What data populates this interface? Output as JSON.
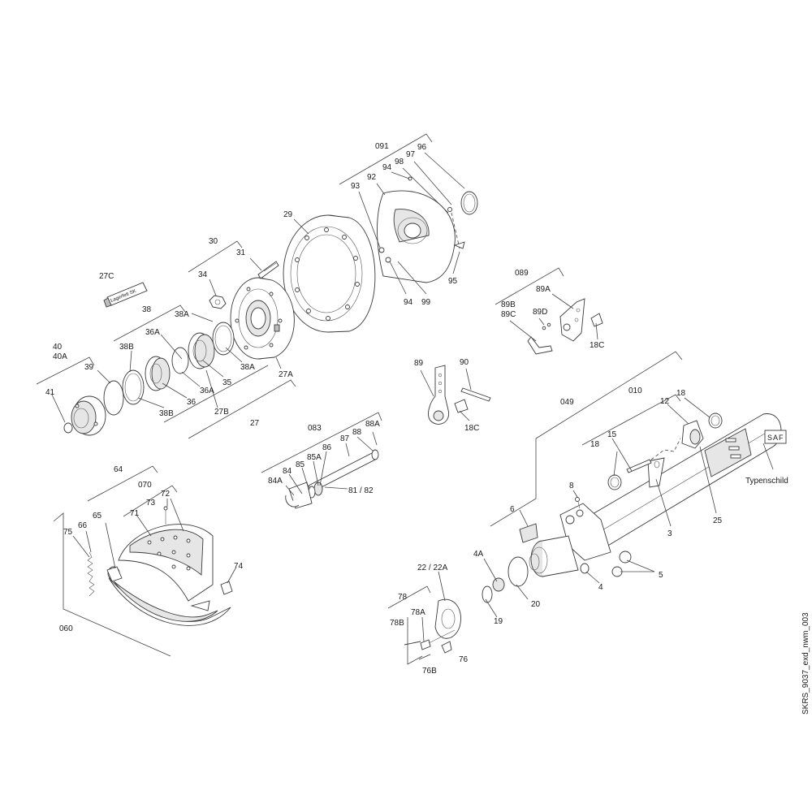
{
  "drawing_id": "SKRS_9037_exd_nwm_003",
  "groups": {
    "g091": "091",
    "g030": "30",
    "g089": "089",
    "g038": "38",
    "g040": "40",
    "g040a": "40A",
    "g083": "083",
    "g049": "049",
    "g010": "010",
    "g064": "64",
    "g070": "070",
    "g060": "060",
    "g078": "78",
    "g027": "27"
  },
  "labels": {
    "l96": "96",
    "l97": "97",
    "l98": "98",
    "l94a": "94",
    "l92": "92",
    "l93": "93",
    "l95": "95",
    "l94b": "94",
    "l99": "99",
    "l29": "29",
    "l31": "31",
    "l34": "34",
    "l27c": "27C",
    "lagerfett": "Lagerfett SK",
    "l38a1": "38A",
    "l36a1": "36A",
    "l38b": "38B",
    "l39": "39",
    "l36": "36",
    "l36a2": "36A",
    "l35": "35",
    "l38a2": "38A",
    "l27a": "27A",
    "l27b": "27B",
    "l38b2": "38B",
    "l41": "41",
    "l89a": "89A",
    "l89b": "89B",
    "l89c": "89C",
    "l89d": "89D",
    "l18c1": "18C",
    "l89": "89",
    "l90": "90",
    "l18c2": "18C",
    "l88": "88",
    "l88a": "88A",
    "l87": "87",
    "l86": "86",
    "l85a": "85A",
    "l85": "85",
    "l84": "84",
    "l84a": "84A",
    "l8182": "81 / 82",
    "l12": "12",
    "l18a": "18",
    "l15": "15",
    "l18b": "18",
    "saf": "SAF",
    "typenschild": "Typenschild",
    "l3": "3",
    "l25": "25",
    "l8": "8",
    "l6": "6",
    "l4a": "4A",
    "l5": "5",
    "l4": "4",
    "l2222a": "22 / 22A",
    "l20": "20",
    "l19": "19",
    "l78a": "78A",
    "l78b": "78B",
    "l76b": "76B",
    "l76": "76",
    "l65": "65",
    "l66": "66",
    "l75": "75",
    "l73": "73",
    "l72": "72",
    "l71": "71",
    "l74": "74"
  }
}
